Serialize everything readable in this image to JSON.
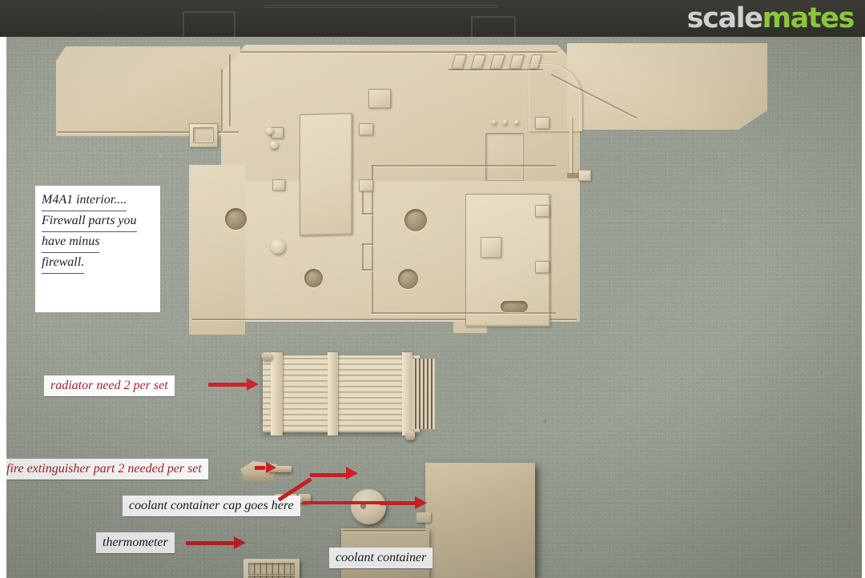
{
  "site": {
    "logo_part1": "scale",
    "logo_part2": "mates",
    "logo_color_1": "#cfcfcf",
    "logo_color_2": "#8cc63e",
    "banner_color": "#36352f"
  },
  "photo": {
    "subject": "M4A1 resin interior detail set parts laid out on a grey cutting mat",
    "background_color": "#9aa094",
    "resin_color": "#dccfb3",
    "annotation_red": "#cc2028"
  },
  "annotations": {
    "firewall_note": {
      "line1": "M4A1 interior....",
      "line2": "Firewall parts you",
      "line3": "have minus",
      "line4": "firewall."
    },
    "radiator": "radiator need 2 per  set",
    "fire_extinguisher": "fire extinguisher part 2 needed per  set",
    "coolant_cap": "coolant container cap goes here",
    "thermometer": "thermometer",
    "coolant_container": "coolant container"
  },
  "parts": {
    "floor_plate": "firewall floor plate",
    "radiator": "radiator",
    "fire_extinguisher": "fire extinguisher",
    "coolant_cap_disc": "coolant container cap",
    "thermometer_block": "thermometer",
    "coolant_container_block": "coolant container"
  }
}
